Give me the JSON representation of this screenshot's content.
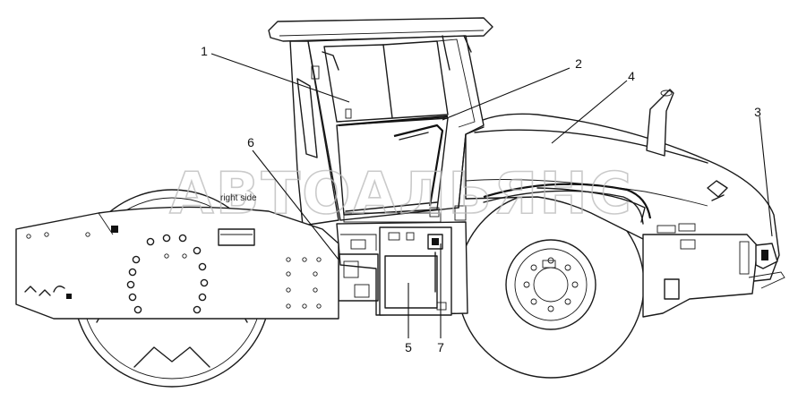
{
  "callouts": [
    {
      "id": "1",
      "label": "1"
    },
    {
      "id": "2",
      "label": "2"
    },
    {
      "id": "3",
      "label": "3"
    },
    {
      "id": "4",
      "label": "4"
    },
    {
      "id": "5",
      "label": "5"
    },
    {
      "id": "6",
      "label": "6"
    },
    {
      "id": "7",
      "label": "7"
    }
  ],
  "side_label": "right side",
  "watermark": "АВТОАЛЬЯНС",
  "colors": {
    "line": "#1a1a1a",
    "watermark": "#b9b9b9",
    "background": "#ffffff"
  }
}
